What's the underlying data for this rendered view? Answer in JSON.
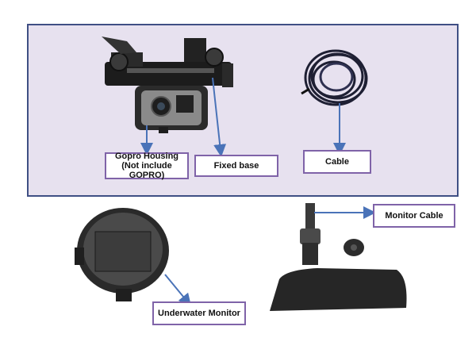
{
  "labels": {
    "gopro_housing": "Gopro Housing",
    "gopro_note": "(Not include GOPRO)",
    "fixed_base": "Fixed base",
    "cable": "Cable",
    "monitor_cable": "Monitor Cable",
    "underwater_monitor": "Underwater Monitor"
  },
  "colors": {
    "panel_bg": "#e7e1ef",
    "panel_border": "#3f4f84",
    "label_border": "#7f63a8",
    "arrow": "#4a73b8"
  }
}
